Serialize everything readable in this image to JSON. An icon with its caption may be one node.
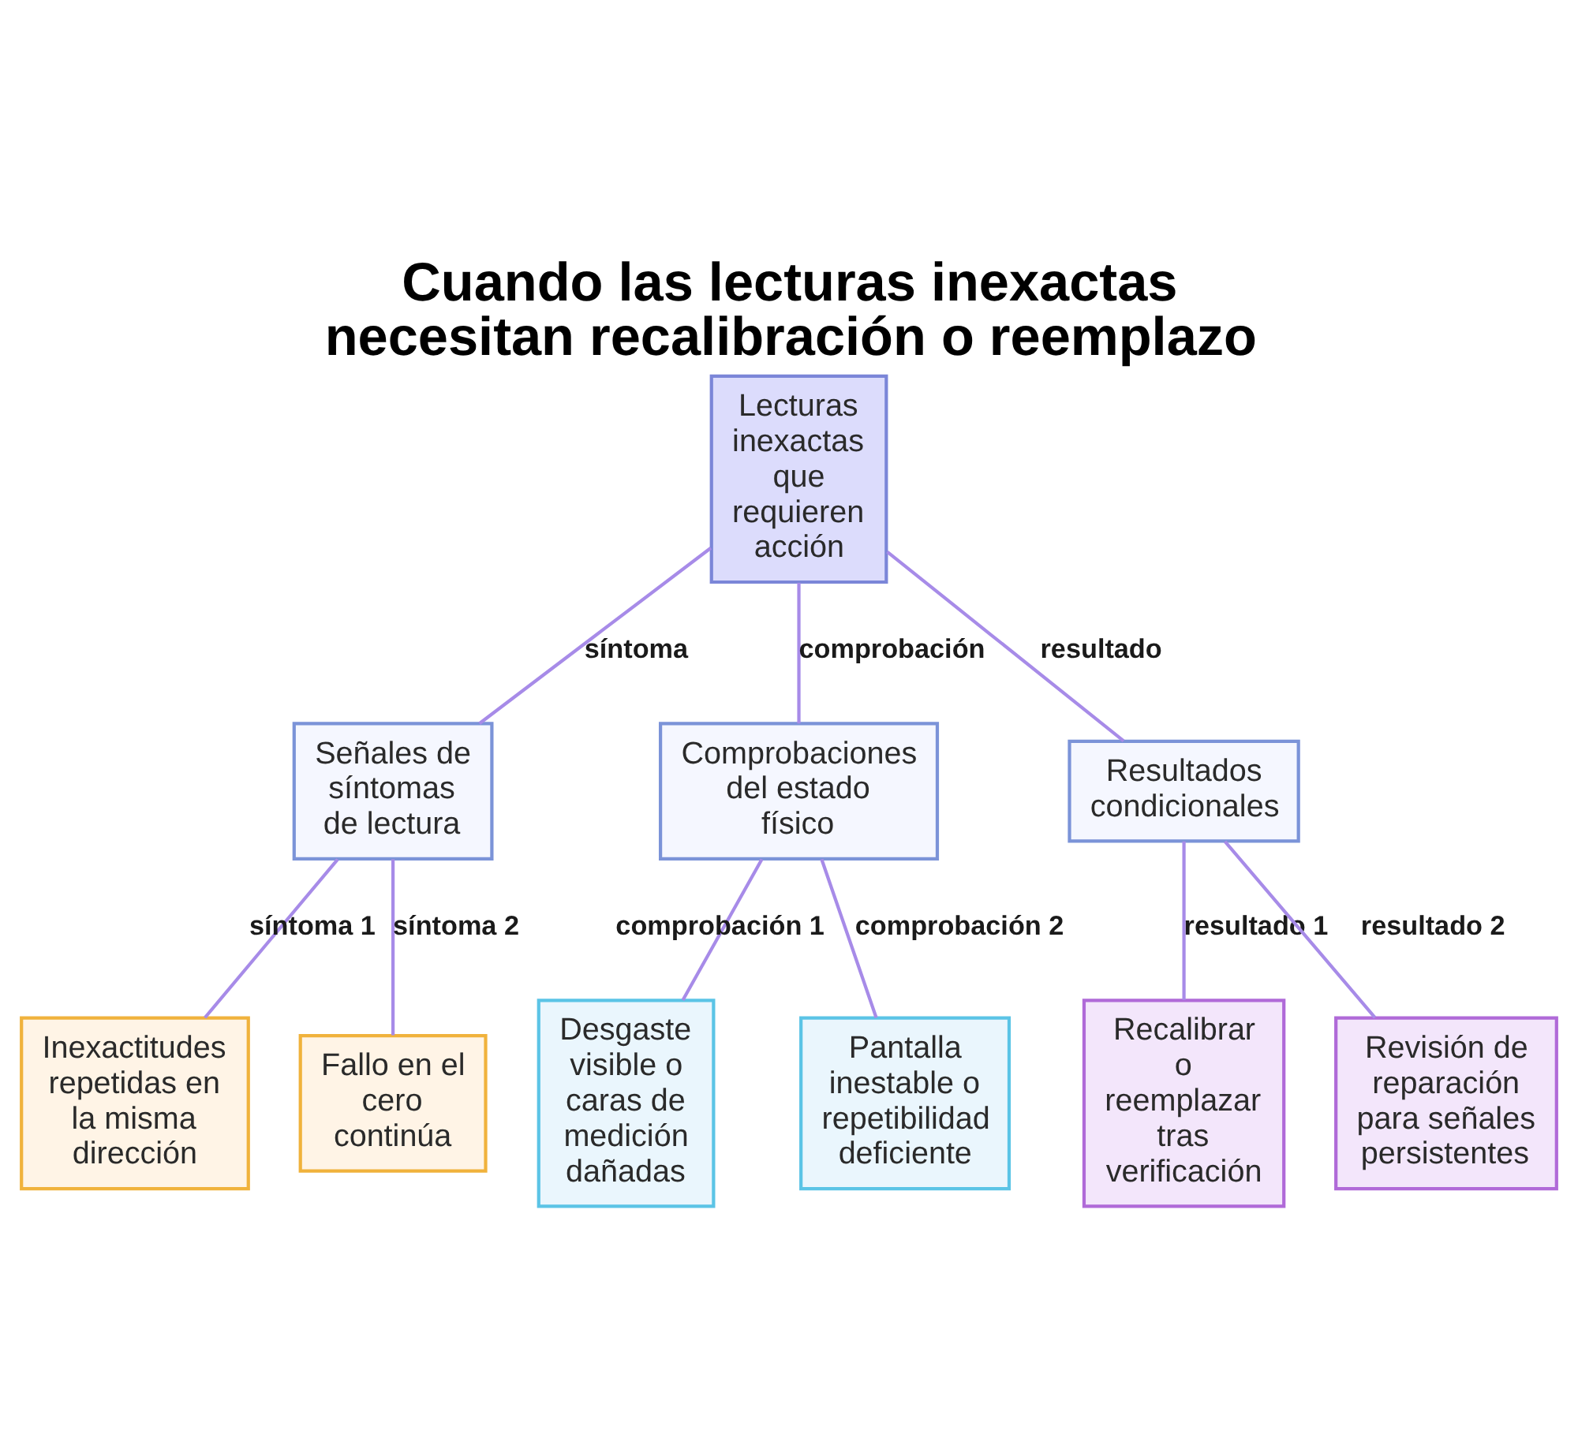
{
  "diagram": {
    "title": "Cuando las lecturas inexactas necesitan recalibración o reemplazo",
    "nodes": [
      {
        "text": [
          "Lecturas inexactas que requieren acción"
        ]
      },
      {
        "text": [
          "Señales de síntomas de lectura"
        ]
      },
      {
        "text": [
          "Comprobaciones del estado físico"
        ]
      },
      {
        "text": [
          "Resultados condicionales"
        ]
      },
      {
        "text": [
          "Inexactitudes repetidas en la misma dirección"
        ]
      },
      {
        "text": [
          "Fallo en el cero continúa"
        ]
      },
      {
        "text": [
          "Desgaste visible o caras de medición dañadas"
        ]
      },
      {
        "text": [
          "Pantalla inestable o repetibilidad deficiente"
        ]
      },
      {
        "text": [
          "Recalibrar o reemplazar tras verificación"
        ]
      },
      {
        "text": [
          "Revisión de reparación para señales persistentes"
        ]
      }
    ],
    "edges": [
      {
        "from": 0,
        "to": 1,
        "arrow": "none",
        "label": "síntoma"
      },
      {
        "from": 0,
        "to": 2,
        "arrow": "none",
        "label": "comprobación"
      },
      {
        "from": 0,
        "to": 3,
        "arrow": "none",
        "label": "resultado"
      },
      {
        "from": 1,
        "to": 4,
        "arrow": "none",
        "label": "síntoma 1"
      },
      {
        "from": 1,
        "to": 5,
        "arrow": "none",
        "label": "síntoma 2"
      },
      {
        "from": 2,
        "to": 6,
        "arrow": "none",
        "label": "comprobación 1"
      },
      {
        "from": 2,
        "to": 7,
        "arrow": "none",
        "label": "comprobación 2"
      },
      {
        "from": 3,
        "to": 8,
        "arrow": "none",
        "label": "resultado 1"
      },
      {
        "from": 3,
        "to": 9,
        "arrow": "none",
        "label": "resultado 2"
      }
    ]
  }
}
